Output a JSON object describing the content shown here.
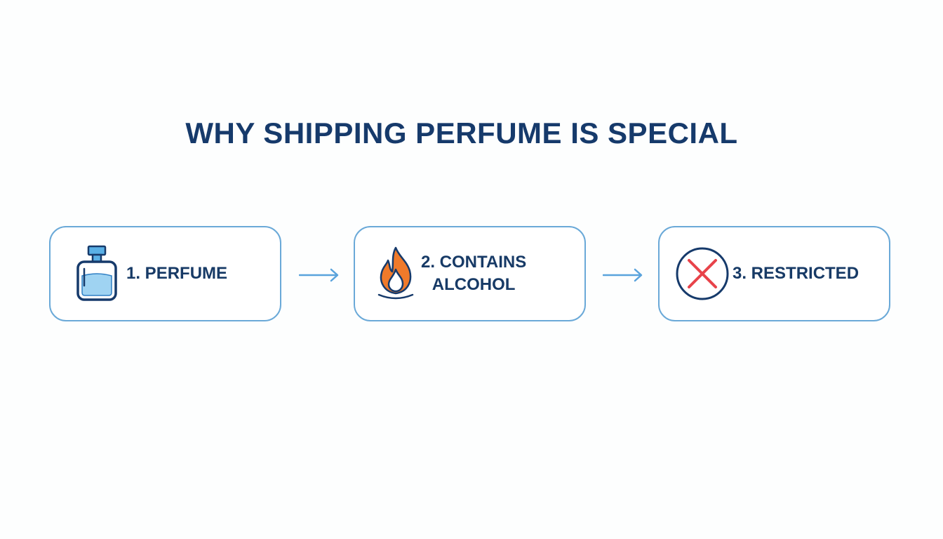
{
  "title": "WHY SHIPPING PERFUME IS SPECIAL",
  "steps": [
    {
      "label_lines": [
        "1. PERFUME"
      ],
      "icon": "perfume-bottle-icon"
    },
    {
      "label_lines": [
        "2. CONTAINS",
        "ALCOHOL"
      ],
      "icon": "flame-icon"
    },
    {
      "label_lines": [
        "3. RESTRICTED"
      ],
      "icon": "x-circle-icon"
    }
  ],
  "colors": {
    "title": "#163a6b",
    "text": "#173a66",
    "box_border": "#6aa9d8",
    "arrow": "#5aa3dc",
    "flame_outer": "#f07a2a",
    "x_mark": "#e8434a",
    "bottle_liquid": "#9fd3f2"
  }
}
